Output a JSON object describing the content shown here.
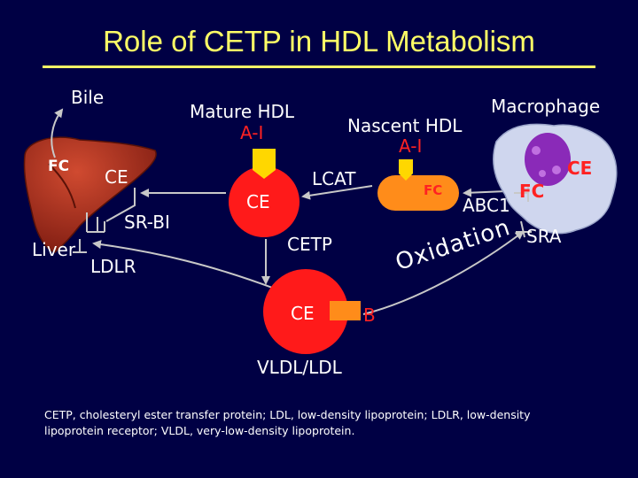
{
  "title": "Role of CETP in HDL Metabolism",
  "labels": {
    "bile": "Bile",
    "fc_liver": "FC",
    "ce_liver": "CE",
    "liver": "Liver",
    "sr_bi": "SR-BI",
    "ldlr": "LDLR",
    "mature_hdl": "Mature HDL",
    "mature_hdl_apo": "A-I",
    "ce_hdl": "CE",
    "lcat": "LCAT",
    "nascent_hdl": "Nascent HDL",
    "nascent_hdl_apo": "A-I",
    "fc_nascent": "FC",
    "abc1": "ABC1",
    "macrophage": "Macrophage",
    "ce_macrophage": "CE",
    "fc_macrophage": "FC",
    "sra": "SRA",
    "cetp": "CETP",
    "ce_vldl": "CE",
    "b": "B",
    "vldl_ldl": "VLDL/LDL",
    "oxidation": "Oxidation"
  },
  "footnote": "CETP, cholesteryl ester transfer protein; LDL, low-density lipoprotein; LDLR, low-density lipoprotein receptor; VLDL, very-low-density lipoprotein.",
  "colors": {
    "background": "#000044",
    "title": "#ffff66",
    "particle_red": "#ff1a1a",
    "apo_yellow": "#ffd700",
    "nascent_orange": "#ff8c1a",
    "liver": "#a32a1a",
    "macrophage": "#cfd6ee",
    "macrophage_nucleus": "#8a2ab8",
    "arrows": "#c8c8c8"
  },
  "icons": {
    "liver": "liver-organ-icon",
    "macrophage": "macrophage-cell-icon"
  }
}
